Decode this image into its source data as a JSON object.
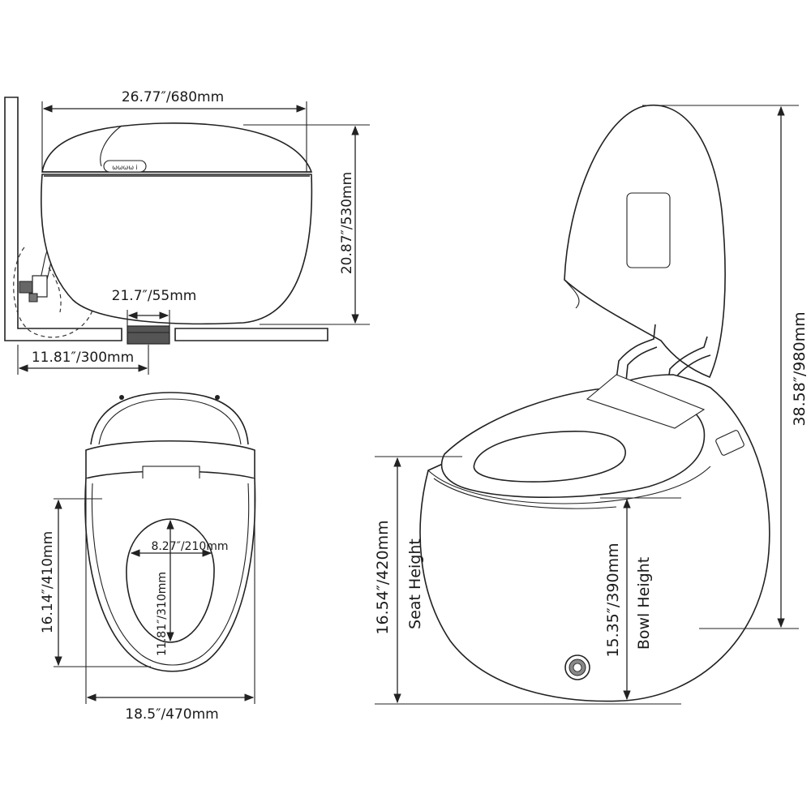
{
  "side_view": {
    "width_label": "26.77″/680mm",
    "height_label": "20.87″/530mm",
    "outlet_label": "21.7″/55mm",
    "rough_in_label": "11.81″/300mm",
    "logo_text": "ωωωω i"
  },
  "top_view": {
    "width_label": "18.5″/470mm",
    "seat_depth_label": "16.14″/410mm",
    "opening_width_label": "8.27″/210mm",
    "opening_depth_label": "11.81″/310mm"
  },
  "iso_view": {
    "total_height_label": "38.58″/980mm",
    "seat_height_label": "16.54″/420mm",
    "seat_height_caption": "Seat Height",
    "bowl_height_label": "15.35″/390mm",
    "bowl_height_caption": "Bowl Height"
  }
}
